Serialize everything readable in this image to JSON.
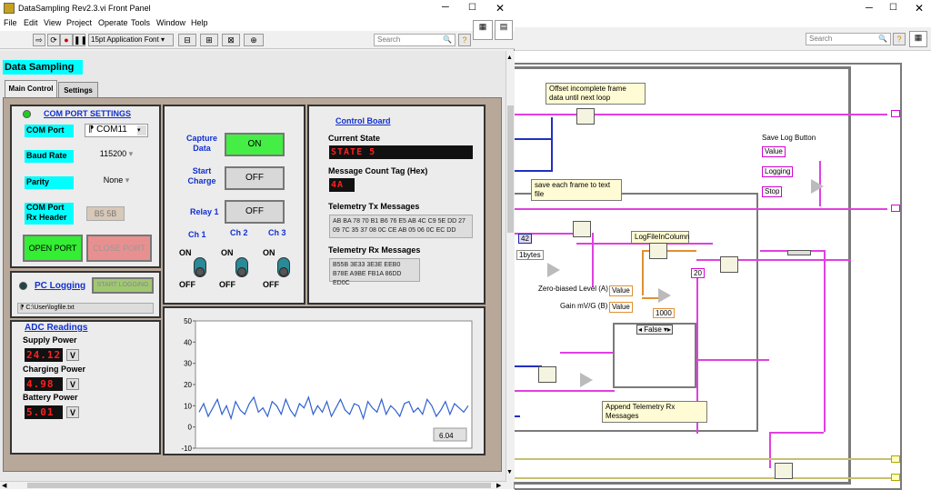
{
  "block_diagram": {
    "search_placeholder": "Search",
    "search_placeholder_2": "Search",
    "labels": {
      "offset": "Offset incomplete frame data until next loop",
      "save_frame": "save each frame to text file",
      "save_log_button": "Save Log Button",
      "value1": "Value",
      "logging": "Logging",
      "stop": "Stop",
      "bytes": "1bytes",
      "const42": "42",
      "logfile_in_column": "LogFileInColumn",
      "zero_biased": "Zero-biased Level (A)",
      "gain": "Gain mV/G (B)",
      "value2": "Value",
      "value3": "Value",
      "const1000": "1000",
      "false_case": "False",
      "append_rx": "Append Telemetry Rx Messages",
      "const20": "20"
    }
  },
  "front_panel": {
    "title": "DataSampling Rev2.3.vi Front Panel",
    "menu": [
      "File",
      "Edit",
      "View",
      "Project",
      "Operate",
      "Tools",
      "Window",
      "Help"
    ],
    "font_selector": "15pt Application Font",
    "search_placeholder": "Search",
    "panel_label": "Data Sampling",
    "tabs": [
      "Main Control",
      "Settings"
    ],
    "com_port": {
      "heading": "COM PORT SETTINGS",
      "port_label": "COM Port",
      "port_value": "COM11",
      "baud_label": "Baud Rate",
      "baud_value": "115200",
      "parity_label": "Parity",
      "parity_value": "None",
      "header_label": "COM Port Rx Header",
      "header_value": "B5 5B",
      "open_btn": "OPEN PORT",
      "close_btn": "CLOSE PORT"
    },
    "pc_logging": {
      "heading": "PC Logging",
      "start_btn": "START LOGGING",
      "path": "C:\\User\\logfile.txt"
    },
    "adc": {
      "heading": "ADC Readings",
      "supply_label": "Supply Power",
      "supply_value": "24.12",
      "charging_label": "Charging Power",
      "charging_value": "4.98",
      "battery_label": "Battery Power",
      "battery_value": "5.01",
      "unit": "V"
    },
    "controls": {
      "capture_label": "Capture Data",
      "capture_btn": "ON",
      "start_label": "Start Charge",
      "start_btn": "OFF",
      "relay_label": "Relay 1",
      "relay_btn": "OFF",
      "channels": [
        "Ch 1",
        "Ch 2",
        "Ch 3"
      ],
      "on": "ON",
      "off": "OFF"
    },
    "board": {
      "heading": "Control Board",
      "state_label": "Current State",
      "state_value": "STATE 5",
      "count_label": "Message Count Tag (Hex)",
      "count_value": "4A",
      "tx_label": "Telemetry Tx Messages",
      "tx_value": "AB BA 78 70 B1 B6 76 E5 AB 4C C9 5E DD 27 09 7C 35 37 08 0C CE AB 05 06 0C EC DD",
      "rx_label": "Telemetry Rx Messages",
      "rx_value": "B55B 3E33 3E3E EEB0 B78E A9BE FB1A 86DD ED0C"
    },
    "graph_readout": "6.04"
  },
  "chart_data": {
    "type": "line",
    "yticks": [
      "50",
      "40",
      "30",
      "20",
      "10",
      "0",
      "-10"
    ],
    "ylim": [
      -10,
      50
    ],
    "series": [
      {
        "values": [
          7,
          11,
          5,
          9,
          13,
          6,
          10,
          4,
          12,
          8,
          6,
          11,
          14,
          7,
          9,
          5,
          12,
          10,
          6,
          13,
          8,
          5,
          11,
          9,
          14,
          6,
          10,
          7,
          12,
          5,
          9,
          13,
          8,
          6,
          11,
          10,
          4,
          12,
          9,
          7,
          13,
          6,
          10,
          8,
          5,
          11,
          12,
          7,
          9,
          6,
          13,
          10,
          5,
          8,
          12,
          6,
          11,
          9,
          7,
          10
        ]
      }
    ]
  },
  "colors": {
    "wire_pink": "#e040e0",
    "wire_blue": "#2030c0",
    "wire_orange": "#e09030",
    "cyan": "#00ffff",
    "panel": "#b8a89a",
    "led_green": "#22cc22"
  }
}
